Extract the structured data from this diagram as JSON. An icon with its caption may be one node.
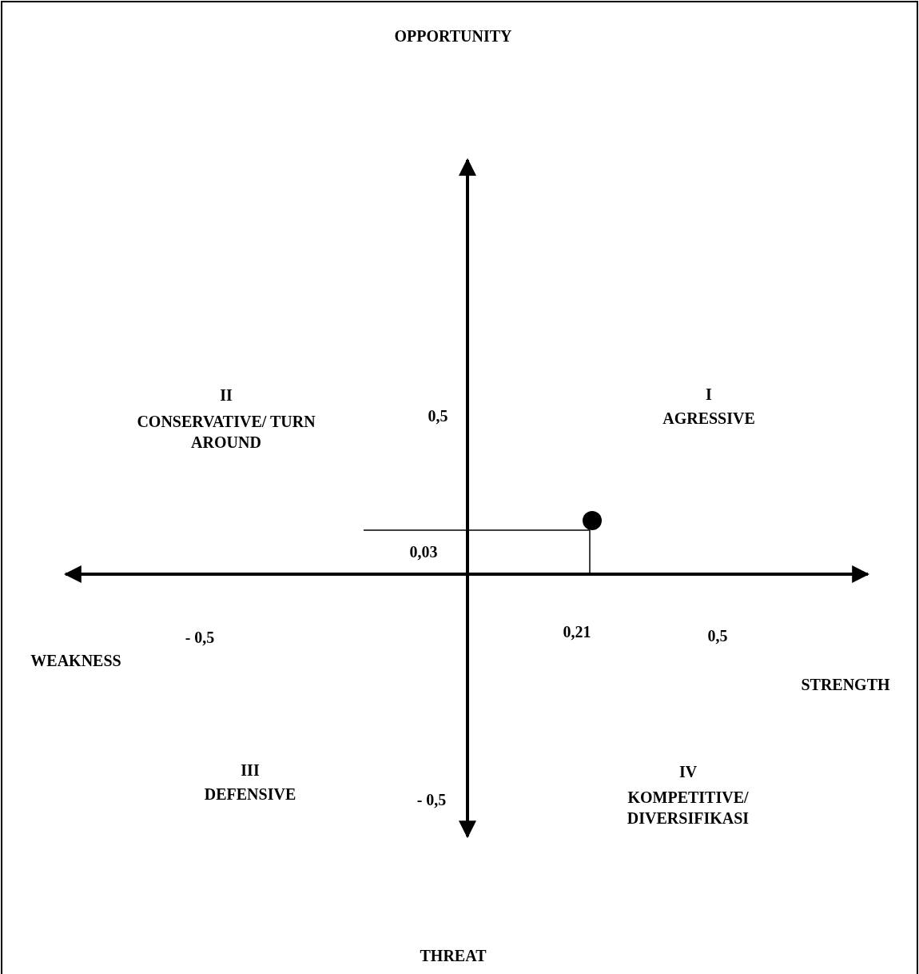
{
  "diagram": {
    "labels": [
      "OPPORTUNITY",
      "II",
      "CONSERVATIVE/ TURN AROUND",
      "0,5",
      "I",
      "AGRESSIVE",
      "0,03",
      "- 0,5",
      "0,21",
      "0,5",
      "WEAKNESS",
      "STRENGTH",
      "III",
      "DEFENSIVE",
      "- 0,5",
      "IV",
      "KOMPETITIVE/ DIVERSIFIKASI",
      "THREAT"
    ]
  }
}
